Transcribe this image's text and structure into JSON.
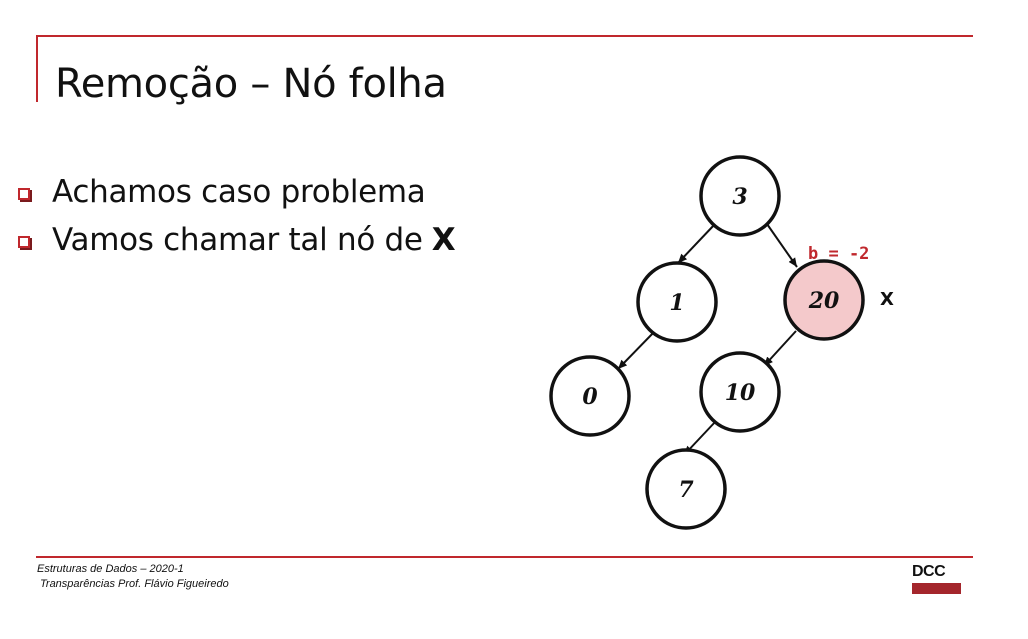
{
  "slide": {
    "title": "Remoção – Nó folha",
    "bullets": [
      {
        "text": "Achamos caso problema",
        "strong": ""
      },
      {
        "text": "Vamos chamar tal nó de",
        "strong": "X"
      }
    ]
  },
  "tree": {
    "nodes": [
      {
        "id": "n3",
        "label": "3",
        "highlight": false
      },
      {
        "id": "n1",
        "label": "1",
        "highlight": false
      },
      {
        "id": "n20",
        "label": "20",
        "highlight": true
      },
      {
        "id": "n0",
        "label": "0",
        "highlight": false
      },
      {
        "id": "n10",
        "label": "10",
        "highlight": false
      },
      {
        "id": "n7",
        "label": "7",
        "highlight": false
      }
    ],
    "edges": [
      {
        "from": "n3",
        "to": "n1"
      },
      {
        "from": "n3",
        "to": "n20"
      },
      {
        "from": "n1",
        "to": "n0"
      },
      {
        "from": "n20",
        "to": "n10"
      },
      {
        "from": "n10",
        "to": "n7"
      }
    ],
    "balance_label": "b = -2",
    "node_marker": "X",
    "colors": {
      "highlight_fill": "#f4c9cb",
      "balance_text": "#c0282d"
    }
  },
  "footer": {
    "course": "Estruturas de Dados – 2020-1",
    "credits": "Transparências Prof. Flávio Figueiredo",
    "logo_text": "DCC"
  },
  "colors": {
    "accent": "#c0282d"
  }
}
